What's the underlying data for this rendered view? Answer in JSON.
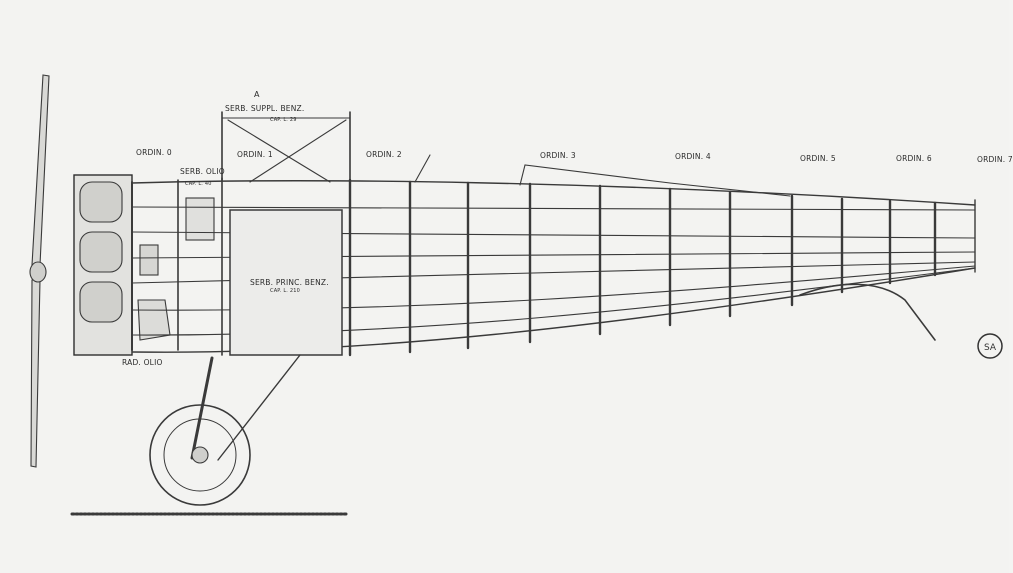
{
  "labels": {
    "marker_a": "A",
    "serb_suppl": "SERB. SUPPL. BENZ.",
    "serb_suppl_cap": "CAP. L. 29",
    "ordin_0": "ORDIN. 0",
    "ordin_1": "ORDIN. 1",
    "ordin_2": "ORDIN. 2",
    "ordin_3": "ORDIN. 3",
    "ordin_4": "ORDIN. 4",
    "ordin_5": "ORDIN. 5",
    "ordin_6": "ORDIN. 6",
    "ordin_7": "ORDIN. 7",
    "serb_olio": "SERB. OLIO",
    "serb_olio_cap": "CAP. L. 40",
    "serb_princ": "SERB. PRINC. BENZ.",
    "serb_princ_cap": "CAP. L. 210",
    "rad_olio": "RAD. OLIO"
  },
  "logo": {
    "text": "SA",
    "name": "stamp-logo"
  }
}
